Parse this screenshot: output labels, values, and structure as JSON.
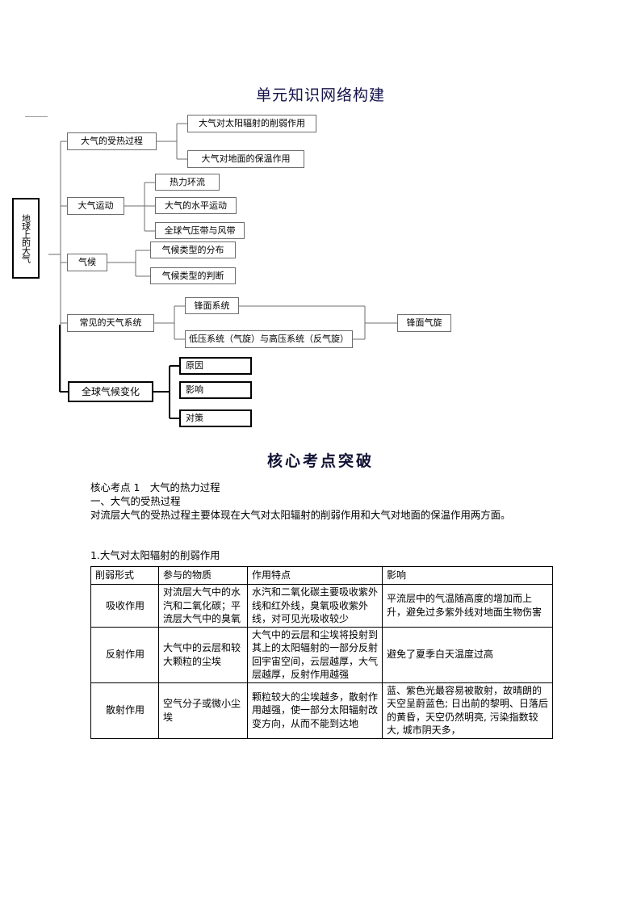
{
  "document": {
    "section_titles": {
      "network": "单元知识网络构建",
      "core": "核心考点突破"
    },
    "headings": {
      "kaodian1": "核心考点 1　大气的热力过程",
      "part1": "一、大气的受热过程",
      "sub1": "1.大气对太阳辐射的削弱作用"
    },
    "paragraphs": {
      "p1": "对流层大气的受热过程主要体现在大气对太阳辐射的削弱作用和大气对地面的保温作用两方面。"
    }
  },
  "diagram": {
    "root": "地球上的大气",
    "branches": [
      {
        "label": "大气的受热过程",
        "children": [
          "大气对太阳辐射的削弱作用",
          "大气对地面的保温作用"
        ]
      },
      {
        "label": "大气运动",
        "children": [
          "热力环流",
          "大气的水平运动",
          "全球气压带与风带"
        ]
      },
      {
        "label": "气候",
        "children": [
          "气候类型的分布",
          "气候类型的判断"
        ]
      },
      {
        "label": "常见的天气系统",
        "children": [
          "锋面系统",
          "低压系统（气旋）与高压系统（反气旋）"
        ],
        "merge": "锋面气旋"
      },
      {
        "label": "全球气候变化",
        "children": [
          "原因",
          "影响",
          "对策"
        ]
      }
    ]
  },
  "table": {
    "headers": [
      "削弱形式",
      "参与的物质",
      "作用特点",
      "影响"
    ],
    "rows": [
      {
        "form": "吸收作用",
        "substance": "对流层大气中的水汽和二氧化碳；平流层大气中的臭氧",
        "feature": "水汽和二氧化碳主要吸收紫外线和红外线，臭氧吸收紫外线，对可见光吸收较少",
        "effect": "平流层中的气温随高度的增加而上升，避免过多紫外线对地面生物伤害"
      },
      {
        "form": "反射作用",
        "substance": "大气中的云层和较大颗粒的尘埃",
        "feature": "大气中的云层和尘埃将投射到其上的太阳辐射的一部分反射回宇宙空间，云层越厚，大气层越厚，反射作用越强",
        "effect": "避免了夏季白天温度过高"
      },
      {
        "form": "散射作用",
        "substance": "空气分子或微小尘埃",
        "feature": "颗粒较大的尘埃越多，散射作用越强，使一部分太阳辐射改变方向，从而不能到达地",
        "effect": "蓝、紫色光最容易被散射，故晴朗的天空呈蔚蓝色; 日出前的黎明、日落后的黄昏，天空仍然明亮, 污染指数较大, 城市阴天多，"
      }
    ]
  },
  "colors": {
    "title": "#13124a",
    "box_border": "#6d6d6d",
    "box_border_bold": "#000000",
    "connector": "#6d6d6d",
    "table_border": "#000000"
  }
}
